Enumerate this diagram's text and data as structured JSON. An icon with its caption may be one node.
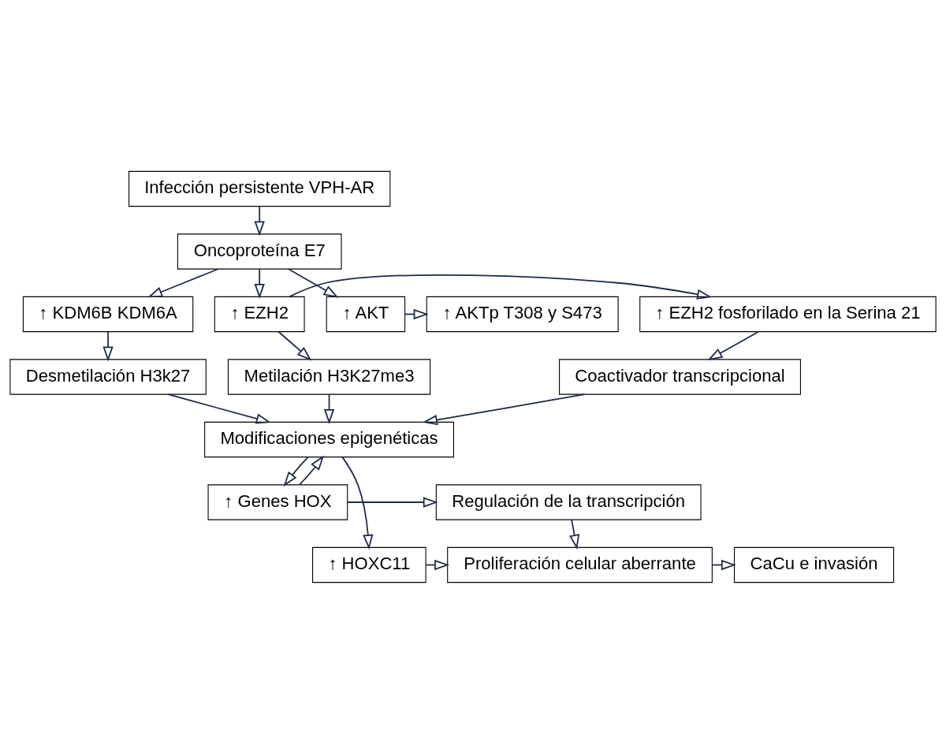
{
  "diagram": {
    "nodes": [
      {
        "text": [
          "Infección persistente VPH-AR"
        ]
      },
      {
        "text": [
          "Oncoproteína E7"
        ]
      },
      {
        "text": [
          "↑ AKTp T308 y S473"
        ]
      },
      {
        "text": [
          "↑ AKT"
        ]
      },
      {
        "text": [
          "↑ KDM6B KDM6A"
        ]
      },
      {
        "text": [
          "↑ EZH2"
        ]
      },
      {
        "text": [
          "↑ EZH2 fosforilado en la Serina 21"
        ]
      },
      {
        "text": [
          "Desmetilación H3k27"
        ]
      },
      {
        "text": [
          "Metilación H3K27me3"
        ]
      },
      {
        "text": [
          "Coactivador transcripcional"
        ]
      },
      {
        "text": [
          "Modificaciones epigenéticas"
        ]
      },
      {
        "text": [
          "↑ Genes HOX"
        ]
      },
      {
        "text": [
          "Regulación de la transcripción"
        ]
      },
      {
        "text": [
          "↑ HOXC11"
        ]
      },
      {
        "text": [
          "Proliferación celular aberrante"
        ]
      },
      {
        "text": [
          "CaCu e invasión"
        ]
      }
    ],
    "edges": [
      {
        "from": 0,
        "to": 1,
        "arrow": "to"
      },
      {
        "from": 1,
        "to": 4,
        "arrow": "to"
      },
      {
        "from": 1,
        "to": 5,
        "arrow": "to"
      },
      {
        "from": 1,
        "to": 3,
        "arrow": "to"
      },
      {
        "from": 3,
        "to": 2,
        "arrow": "to"
      },
      {
        "from": 5,
        "to": 6,
        "arrow": "to"
      },
      {
        "from": 4,
        "to": 7,
        "arrow": "to"
      },
      {
        "from": 5,
        "to": 8,
        "arrow": "to"
      },
      {
        "from": 6,
        "to": 9,
        "arrow": "to"
      },
      {
        "from": 7,
        "to": 10,
        "arrow": "to"
      },
      {
        "from": 8,
        "to": 10,
        "arrow": "to"
      },
      {
        "from": 9,
        "to": 10,
        "arrow": "to"
      },
      {
        "from": 10,
        "to": 11,
        "arrow": "to"
      },
      {
        "from": 11,
        "to": 10,
        "arrow": "to"
      },
      {
        "from": 11,
        "to": 12,
        "arrow": "to"
      },
      {
        "from": 10,
        "to": 13,
        "arrow": "to"
      },
      {
        "from": 12,
        "to": 14,
        "arrow": "to"
      },
      {
        "from": 13,
        "to": 14,
        "arrow": "to"
      },
      {
        "from": 14,
        "to": 15,
        "arrow": "to"
      }
    ]
  }
}
